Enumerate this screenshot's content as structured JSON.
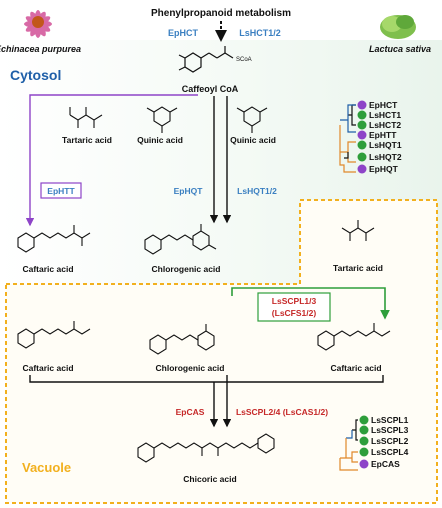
{
  "header": {
    "title": "Phenylpropanoid metabolism",
    "left_species": "Echinacea purpurea",
    "right_species": "Lactuca sativa",
    "left_enzyme": "EpHCT",
    "right_enzyme": "LsHCT1/2"
  },
  "compartments": {
    "cytosol": "Cytosol",
    "vacuole": "Vacuole"
  },
  "compounds": {
    "caffeoyl_coa": "Caffeoyl CoA",
    "coa_label": "SCoA",
    "tartaric_1": "Tartaric acid",
    "quinic_1": "Quinic acid",
    "quinic_2": "Quinic acid",
    "caftaric_1": "Caftaric acid",
    "chlorogenic_1": "Chlorogenic acid",
    "tartaric_2": "Tartaric acid",
    "caftaric_2": "Caftaric acid",
    "chlorogenic_2": "Chlorogenic acid",
    "caftaric_3": "Caftaric acid",
    "chicoric": "Chicoric acid"
  },
  "enzymes": {
    "ephtt": "EpHTT",
    "ephqt": "EpHQT",
    "lshqt": "LsHQT1/2",
    "lsscpl13": "LsSCPL1/3",
    "lscfs12": "(LsCFS1/2)",
    "epcas": "EpCAS",
    "lsscpl24": "LsSCPL2/4 (LsCAS1/2)"
  },
  "tree1": [
    "EpHCT",
    "LsHCT1",
    "LsHCT2",
    "EpHTT",
    "LsHQT1",
    "LsHQT2",
    "EpHQT"
  ],
  "tree2": [
    "LsSCPL1",
    "LsSCPL3",
    "LsSCPL2",
    "LsSCPL4",
    "EpCAS"
  ],
  "colors": {
    "ep_purple": "#8e44c8",
    "ls_green": "#2e9e3b",
    "enzyme_blue": "#3a7fc1",
    "enzyme_red": "#c62828",
    "vacuole_border": "#f2b01e",
    "vacuole_label": "#f2b01e",
    "cytosol_label": "#1f5fa8",
    "cytosol_bg": "#eef6f0"
  }
}
